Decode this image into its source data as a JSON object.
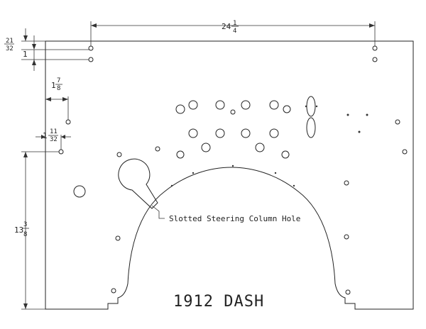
{
  "dimensions": {
    "width_whole": "24",
    "width_num": "1",
    "width_den": "4",
    "top_num": "21",
    "top_den": "32",
    "hole_gap": "1",
    "left_whole": "1",
    "left_num": "7",
    "left_den": "8",
    "left2_whole": "1",
    "left2_num": "11",
    "left2_den": "32",
    "height_whole": "13",
    "height_num": "3",
    "height_den": "8"
  },
  "callout": "Slotted Steering Column Hole",
  "title": "1912 DASH"
}
